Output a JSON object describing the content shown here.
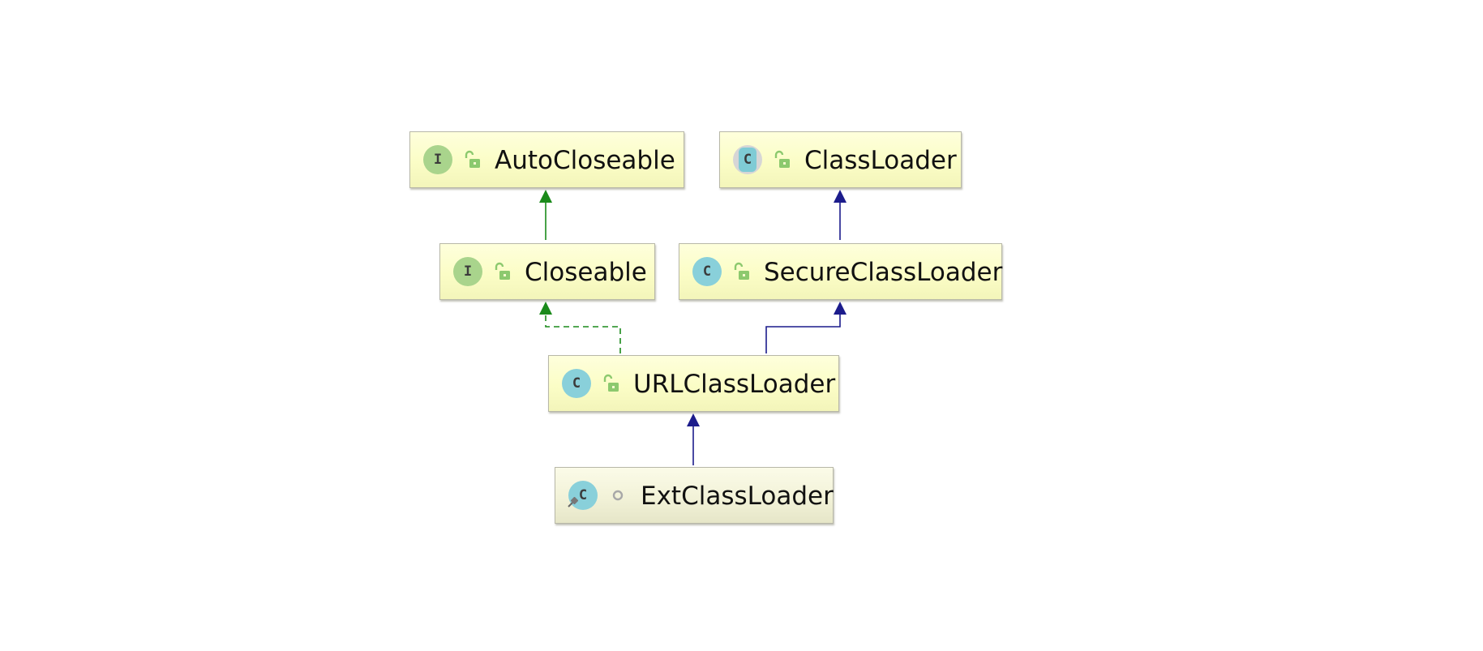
{
  "nodes": {
    "autocloseable": {
      "label": "AutoCloseable",
      "kind_icon": "interface-icon",
      "kind_letter": "I",
      "visibility_icon": "public-lock-icon"
    },
    "classloader": {
      "label": "ClassLoader",
      "kind_icon": "abstract-class-icon",
      "kind_letter": "C",
      "visibility_icon": "public-lock-icon"
    },
    "closeable": {
      "label": "Closeable",
      "kind_icon": "interface-icon",
      "kind_letter": "I",
      "visibility_icon": "public-lock-icon"
    },
    "secureclassloader": {
      "label": "SecureClassLoader",
      "kind_icon": "class-icon",
      "kind_letter": "C",
      "visibility_icon": "public-lock-icon"
    },
    "urlclassloader": {
      "label": "URLClassLoader",
      "kind_icon": "class-icon",
      "kind_letter": "C",
      "visibility_icon": "public-lock-icon"
    },
    "extclassloader": {
      "label": "ExtClassLoader",
      "kind_icon": "static-class-icon",
      "kind_letter": "C",
      "visibility_icon": "package-private-icon"
    }
  },
  "edges": [
    {
      "from": "Closeable",
      "to": "AutoCloseable",
      "relation": "extends",
      "style": "solid",
      "color": "#1a8a1a"
    },
    {
      "from": "SecureClassLoader",
      "to": "ClassLoader",
      "relation": "extends",
      "style": "solid",
      "color": "#1c1c8c"
    },
    {
      "from": "URLClassLoader",
      "to": "Closeable",
      "relation": "implements",
      "style": "dashed",
      "color": "#1a8a1a"
    },
    {
      "from": "URLClassLoader",
      "to": "SecureClassLoader",
      "relation": "extends",
      "style": "solid",
      "color": "#1c1c8c"
    },
    {
      "from": "ExtClassLoader",
      "to": "URLClassLoader",
      "relation": "extends",
      "style": "solid",
      "color": "#1c1c8c"
    }
  ],
  "colors": {
    "node_fill": "#fbfdc6",
    "interface_icon": "#a9d48c",
    "class_icon": "#89d0da",
    "implements_edge": "#1a8a1a",
    "extends_edge": "#1c1c8c"
  }
}
